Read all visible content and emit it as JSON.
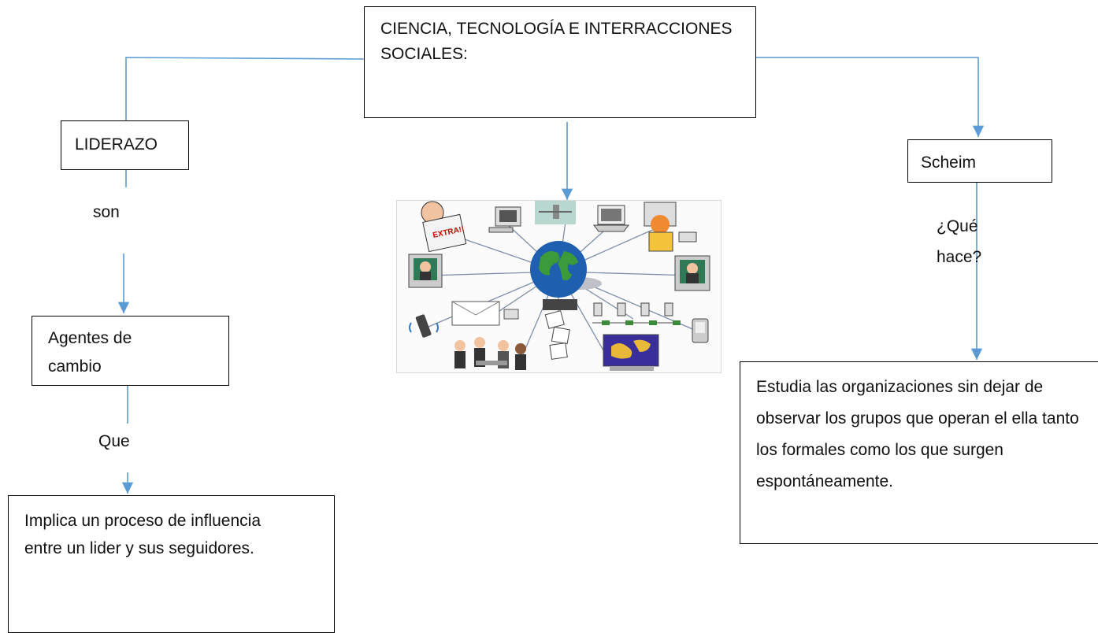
{
  "colors": {
    "connector": "#5b9bd5",
    "box_border": "#000000"
  },
  "title_box": {
    "text": "CIENCIA, TECNOLOGÍA E INTERRACCIONES SOCIALES:"
  },
  "left_branch": {
    "node1": "LIDERAZO",
    "link1": "son",
    "node2": "Agentes de cambio",
    "link2": "Que",
    "node3": "Implica un proceso de influencia entre un lider y sus seguidores."
  },
  "right_branch": {
    "node1": "Scheim",
    "link1": "¿Qué hace?",
    "node2": "Estudia las organizaciones sin dejar de observar los grupos que operan el ella tanto los formales como los que surgen espontáneamente."
  },
  "center_image": {
    "icon": "global-network-illustration",
    "sign_text": "EXTRA!!"
  }
}
